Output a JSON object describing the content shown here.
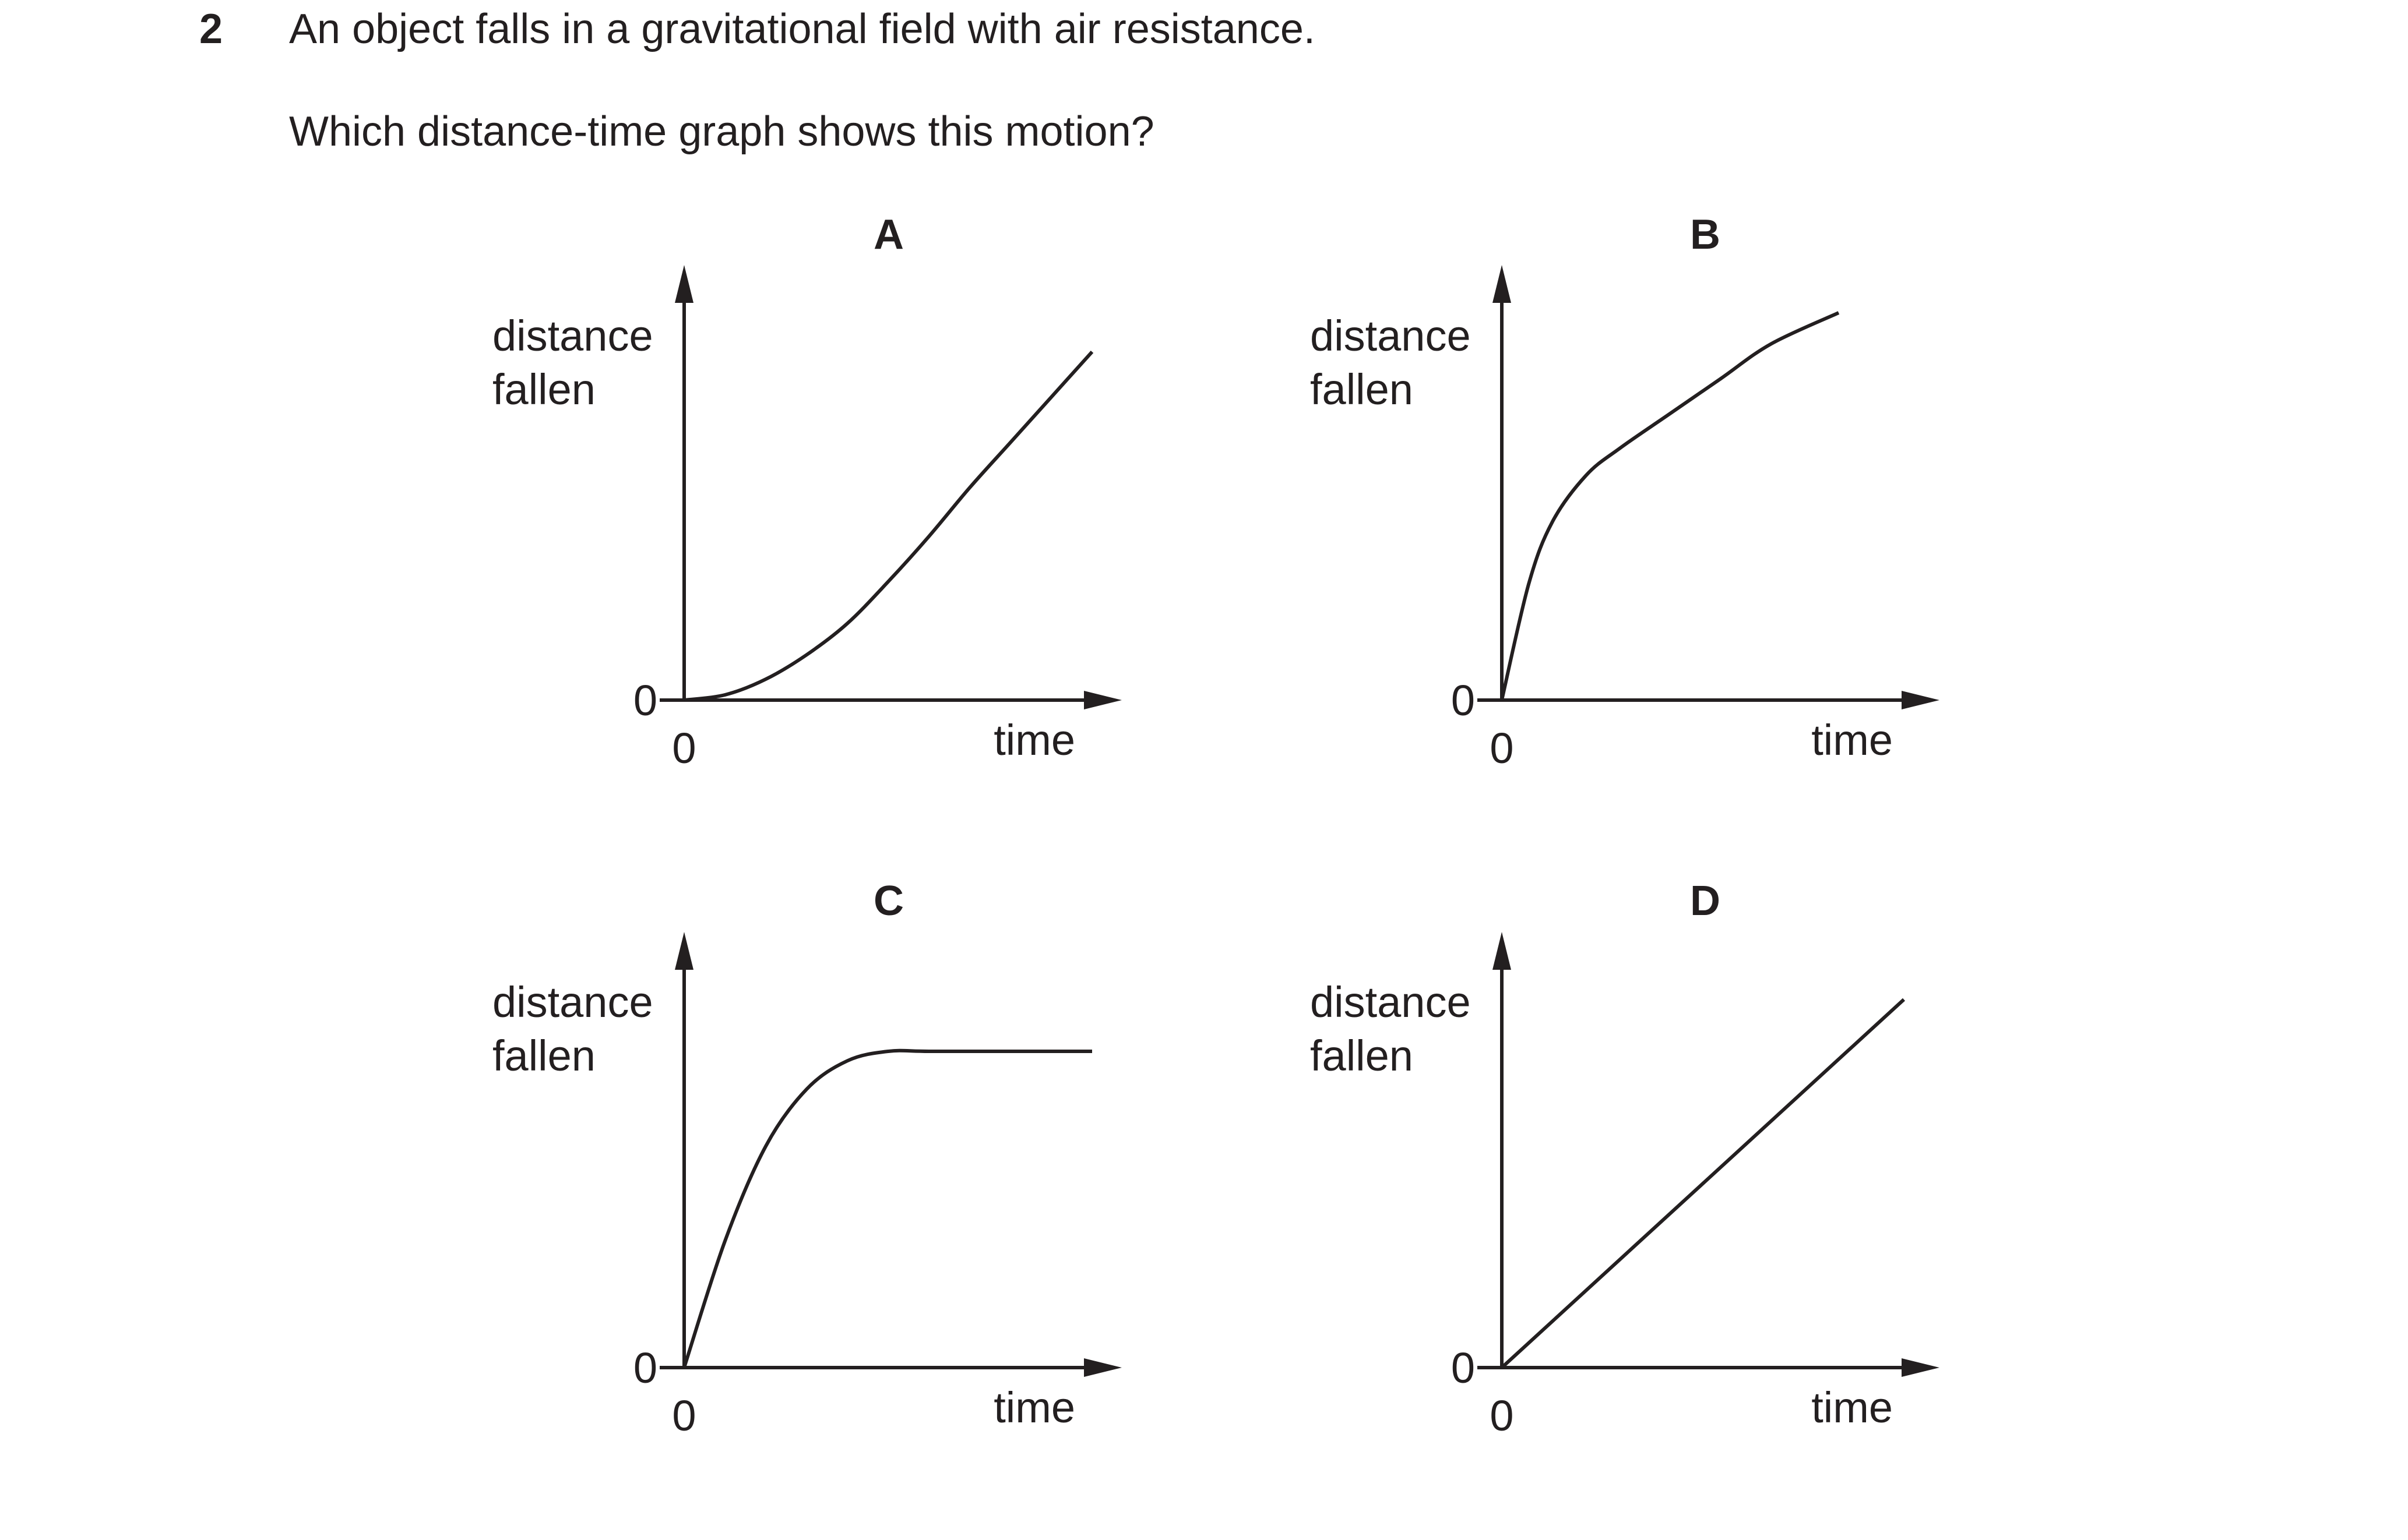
{
  "question": {
    "number": "2",
    "stem_line1": "An object falls in a gravitational field with air resistance.",
    "stem_line2": "Which distance-time graph shows this motion?"
  },
  "chart_data": [
    {
      "type": "line",
      "option": "A",
      "ylabel_line1": "distance",
      "ylabel_line2": "fallen",
      "xlabel": "time",
      "x_origin_label": "0",
      "y_origin_label": "0",
      "shape": "curve starting at origin with increasing gradient, becoming a straight line",
      "x": [
        0,
        0.1,
        0.2,
        0.3,
        0.4,
        0.5,
        0.6,
        0.7,
        0.8,
        0.9,
        1.0
      ],
      "y": [
        0,
        0.015,
        0.06,
        0.13,
        0.22,
        0.34,
        0.47,
        0.61,
        0.74,
        0.87,
        1.0
      ]
    },
    {
      "type": "line",
      "option": "B",
      "ylabel_line1": "distance",
      "ylabel_line2": "fallen",
      "xlabel": "time",
      "x_origin_label": "0",
      "y_origin_label": "0",
      "shape": "steep initial rise, curving to a shallower straight line",
      "x": [
        0,
        0.08,
        0.15,
        0.25,
        0.35,
        0.5,
        0.65,
        0.8,
        1.0
      ],
      "y": [
        0,
        0.3,
        0.46,
        0.58,
        0.65,
        0.74,
        0.83,
        0.92,
        1.0
      ]
    },
    {
      "type": "line",
      "option": "C",
      "ylabel_line1": "distance",
      "ylabel_line2": "fallen",
      "xlabel": "time",
      "x_origin_label": "0",
      "y_origin_label": "0",
      "shape": "steep rise from origin levelling off to a constant value",
      "x": [
        0,
        0.1,
        0.2,
        0.3,
        0.4,
        0.5,
        0.6,
        0.8,
        1.0
      ],
      "y": [
        0,
        0.4,
        0.7,
        0.88,
        0.97,
        1.0,
        1.0,
        1.0,
        1.0
      ]
    },
    {
      "type": "line",
      "option": "D",
      "ylabel_line1": "distance",
      "ylabel_line2": "fallen",
      "xlabel": "time",
      "x_origin_label": "0",
      "y_origin_label": "0",
      "shape": "straight line through origin",
      "x": [
        0,
        1.0
      ],
      "y": [
        0,
        1.0
      ]
    }
  ]
}
